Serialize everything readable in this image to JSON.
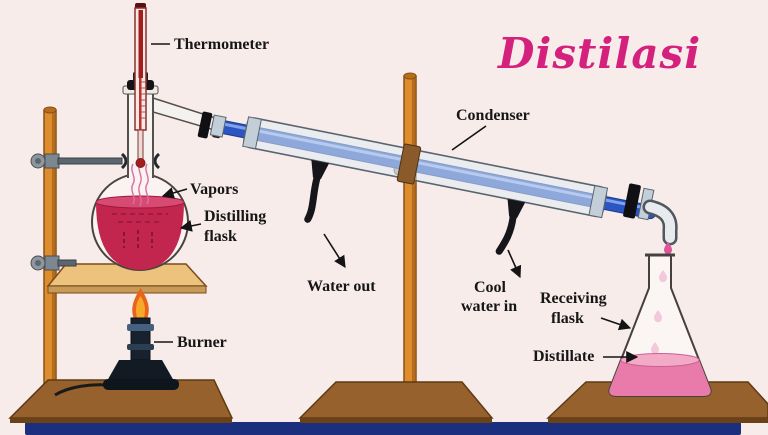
{
  "title": {
    "text": "Distilasi",
    "color": "#d4217d"
  },
  "labels": {
    "thermometer": "Thermometer",
    "vapors": "Vapors",
    "distilling_line1": "Distilling",
    "distilling_line2": "flask",
    "burner": "Burner",
    "water_out": "Water out",
    "cool_line1": "Cool",
    "cool_line2": "water in",
    "condenser": "Condenser",
    "receiving_line1": "Receiving",
    "receiving_line2": "flask",
    "distillate": "Distillate"
  },
  "colors": {
    "background": "#f7ecea",
    "pole": "#dd8c2e",
    "base": "#96612c",
    "flask_liquid": "#c2254e",
    "flask_liquid_surface": "#d84a72",
    "distillate_liquid": "#e87ba9",
    "condenser_blue": "#2b55c2",
    "flame": "#e8641a",
    "label_text": "#161616",
    "footer_bar": "#1b2f7e"
  }
}
